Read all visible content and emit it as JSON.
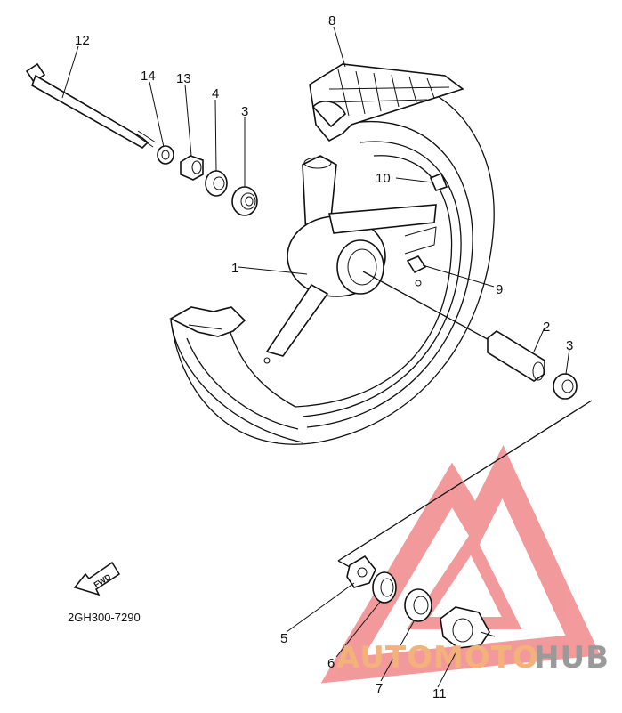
{
  "diagram": {
    "catalog_code": "2GH300-7290",
    "fwd_label": "FWD",
    "callouts": [
      "12",
      "14",
      "13",
      "4",
      "3",
      "8",
      "10",
      "1",
      "9",
      "2",
      "3",
      "5",
      "6",
      "7",
      "11"
    ]
  },
  "watermark": {
    "text_part1": "AUTOMOTO",
    "text_part2": "HUB",
    "color_part1": "#f2b27a",
    "color_part2": "#9a9a9a",
    "logo_color": "#e8474a"
  }
}
